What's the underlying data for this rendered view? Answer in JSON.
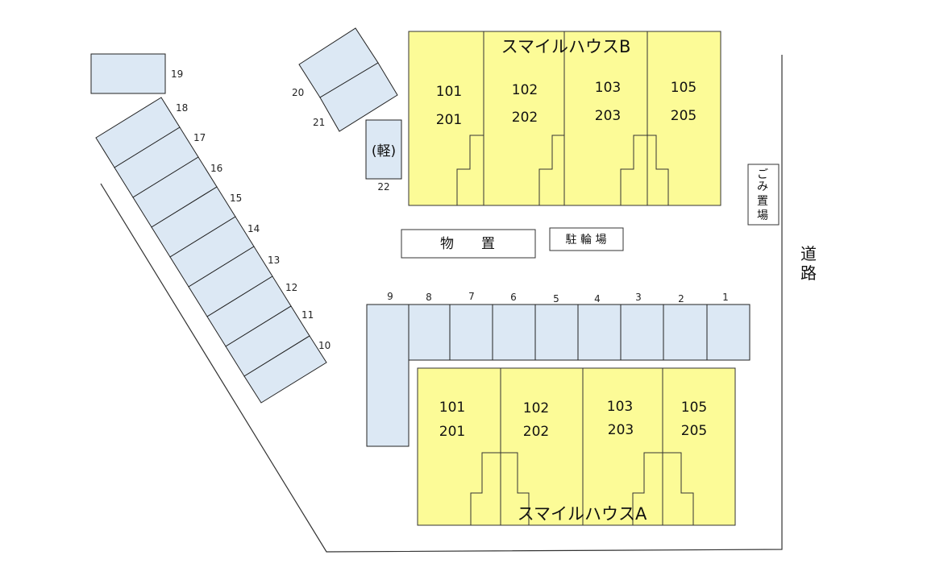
{
  "building_b": {
    "name": "スマイルハウスB",
    "units": [
      {
        "lower": "101",
        "upper": "201"
      },
      {
        "lower": "102",
        "upper": "202"
      },
      {
        "lower": "103",
        "upper": "203"
      },
      {
        "lower": "105",
        "upper": "205"
      }
    ]
  },
  "building_a": {
    "name": "スマイルハウスA",
    "units": [
      {
        "lower": "101",
        "upper": "201"
      },
      {
        "lower": "102",
        "upper": "202"
      },
      {
        "lower": "103",
        "upper": "203"
      },
      {
        "lower": "105",
        "upper": "205"
      }
    ]
  },
  "parking": {
    "row_bottom": [
      "9",
      "8",
      "7",
      "6",
      "5",
      "4",
      "3",
      "2",
      "1"
    ],
    "diagonal": [
      "18",
      "17",
      "16",
      "15",
      "14",
      "13",
      "12",
      "11",
      "10"
    ],
    "single_19": "19",
    "pair_top": "20",
    "pair_bottom": "21",
    "kei_label": "(軽)",
    "kei_number": "22"
  },
  "facilities": {
    "storage": "物　　置",
    "bicycle": "駐 輪 場",
    "garbage_chars": [
      "ご",
      "み",
      "置",
      "場"
    ],
    "road_chars": [
      "道",
      "路"
    ]
  },
  "colors": {
    "building": "#fcfb97",
    "parking_slot": "#dce8f4"
  }
}
